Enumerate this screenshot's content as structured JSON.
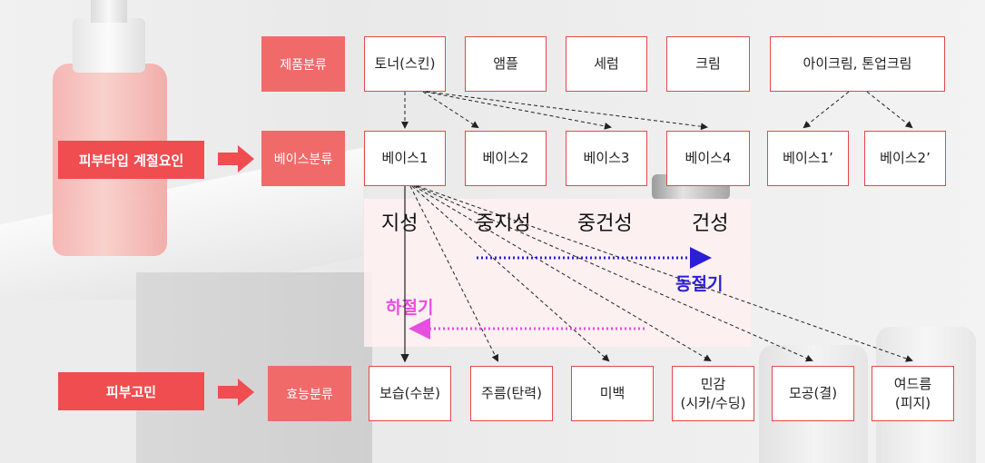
{
  "rows": {
    "product": {
      "label": "제품분류",
      "items": [
        "토너(스킨)",
        "앰플",
        "세럼",
        "크림",
        "아이크림, 톤업크림"
      ]
    },
    "base": {
      "side_label": "피부타입 계절요인",
      "label": "베이스분류",
      "items": [
        "베이스1",
        "베이스2",
        "베이스3",
        "베이스4",
        "베이스1’",
        "베이스2’"
      ]
    },
    "effect": {
      "side_label": "피부고민",
      "label": "효능분류",
      "items": [
        "보습(수분)",
        "주름(탄력)",
        "미백",
        "민감\n(시카/수딩)",
        "모공(결)",
        "여드름\n(피지)"
      ]
    }
  },
  "skin_types": [
    "지성",
    "중지성",
    "중건성",
    "건성"
  ],
  "seasons": {
    "winter": {
      "label": "동절기",
      "color": "#2a1fd6"
    },
    "summer": {
      "label": "하절기",
      "color": "#e64fe0"
    }
  },
  "colors": {
    "accent": "#ef4d4f",
    "tag": "#f06a6a",
    "border": "#e7474a"
  }
}
